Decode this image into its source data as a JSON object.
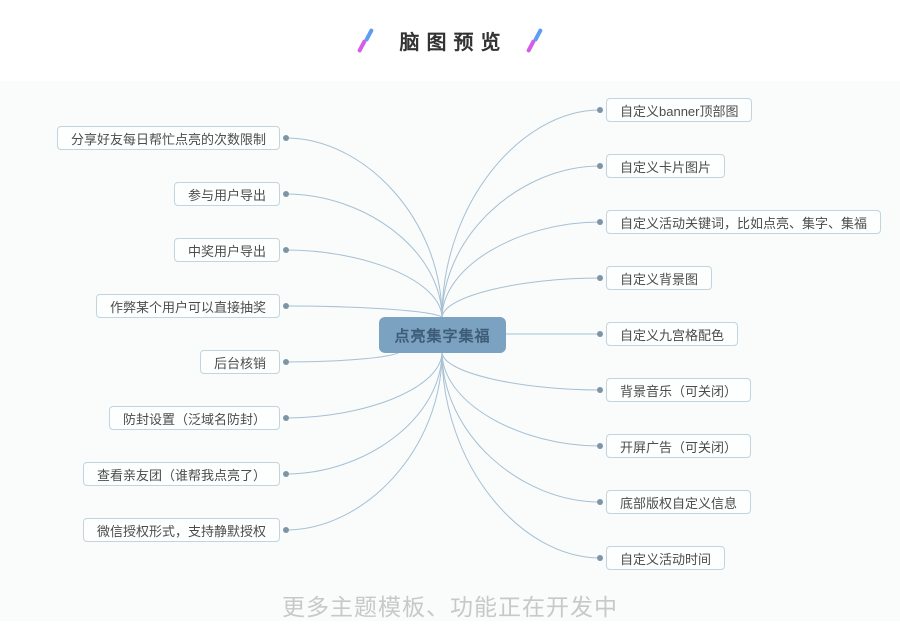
{
  "header": {
    "title": "脑图预览"
  },
  "mindmap": {
    "center": {
      "label": "点亮集字集福"
    },
    "left_branches": [
      {
        "label": "分享好友每日帮忙点亮的次数限制"
      },
      {
        "label": "参与用户导出"
      },
      {
        "label": "中奖用户导出"
      },
      {
        "label": "作弊某个用户可以直接抽奖"
      },
      {
        "label": "后台核销"
      },
      {
        "label": "防封设置（泛域名防封）"
      },
      {
        "label": "查看亲友团（谁帮我点亮了）"
      },
      {
        "label": "微信授权形式，支持静默授权"
      }
    ],
    "right_branches": [
      {
        "label": "自定义banner顶部图"
      },
      {
        "label": "自定义卡片图片"
      },
      {
        "label": "自定义活动关键词，比如点亮、集字、集福"
      },
      {
        "label": "自定义背景图"
      },
      {
        "label": "自定义九宫格配色"
      },
      {
        "label": "背景音乐（可关闭）"
      },
      {
        "label": "开屏广告（可关闭）"
      },
      {
        "label": "底部版权自定义信息"
      },
      {
        "label": "自定义活动时间"
      }
    ]
  },
  "footer": {
    "note": "更多主题模板、功能正在开发中"
  },
  "icons": {
    "title_decoration": "double-slash-icon"
  },
  "colors": {
    "slash_blue": "#5f9df3",
    "slash_pink": "#d45ce6",
    "canvas_bg": "#fafbfb",
    "leaf_border": "#c2d4de",
    "leaf_text": "#4c4c4c",
    "center_node_bg": "#7ba2c1",
    "center_node_text": "#3e5c78",
    "connector_line": "#a6c0d4",
    "connector_dot": "#7e95a6",
    "footer_text": "#c8c8c8",
    "title_text": "#333333"
  }
}
